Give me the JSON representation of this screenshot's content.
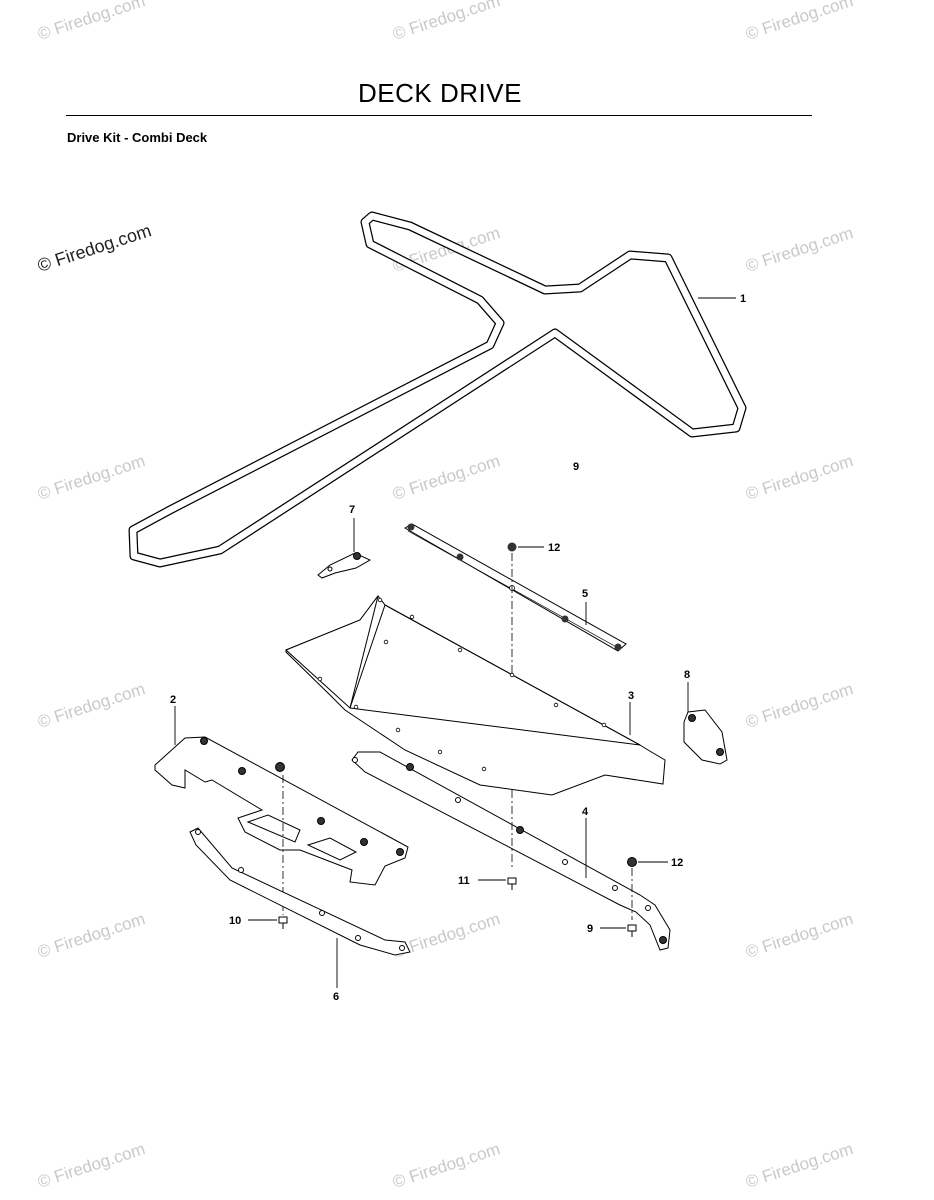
{
  "header": {
    "title": "DECK DRIVE",
    "subtitle": "Drive Kit - Combi Deck"
  },
  "watermark": {
    "text": "© Firedog.com"
  },
  "callouts": {
    "c1": "1",
    "c2": "2",
    "c3": "3",
    "c4": "4",
    "c5": "5",
    "c6": "6",
    "c7": "7",
    "c8": "8",
    "c9a": "9",
    "c9b": "9",
    "c10": "10",
    "c11": "11",
    "c12a": "12",
    "c12b": "12"
  }
}
